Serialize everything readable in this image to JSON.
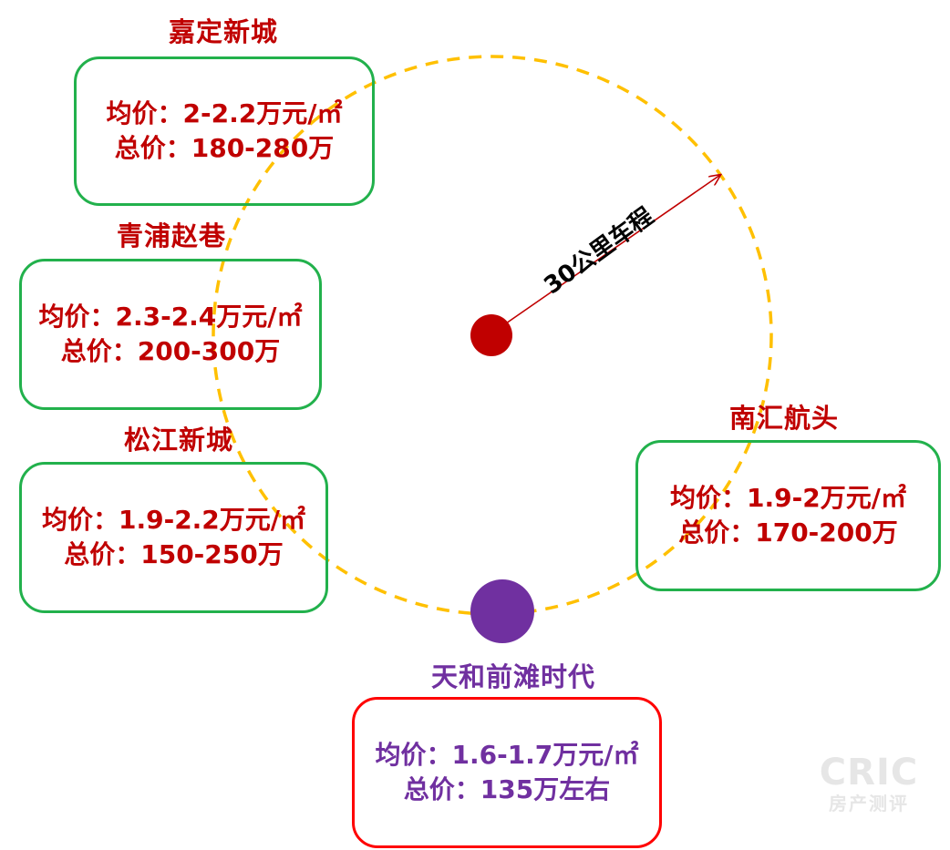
{
  "radius_label": "30公里车程",
  "locations": [
    {
      "id": "jiading",
      "title": "嘉定新城",
      "avg_price": "均价：2-2.2万元/㎡",
      "total_price": "总价：180-280万"
    },
    {
      "id": "qingpu",
      "title": "青浦赵巷",
      "avg_price": "均价：2.3-2.4万元/㎡",
      "total_price": "总价：200-300万"
    },
    {
      "id": "songjiang",
      "title": "松江新城",
      "avg_price": "均价：1.9-2.2万元/㎡",
      "total_price": "总价：150-250万"
    },
    {
      "id": "nanhui",
      "title": "南汇航头",
      "avg_price": "均价：1.9-2万元/㎡",
      "total_price": "总价：170-200万"
    },
    {
      "id": "tianhe",
      "title": "天和前滩时代",
      "avg_price": "均价：1.6-1.7万元/㎡",
      "total_price": "总价：135万左右"
    }
  ],
  "watermark": {
    "top": "CRIC",
    "bottom": "房产测评"
  },
  "colors": {
    "circle_dash": "#ffc000",
    "center_dot": "#c00000",
    "project_dot": "#7030a0",
    "box_border": "#22b14c",
    "highlight_border": "#ff0000",
    "title_red": "#c00000",
    "title_purple": "#7030a0"
  }
}
